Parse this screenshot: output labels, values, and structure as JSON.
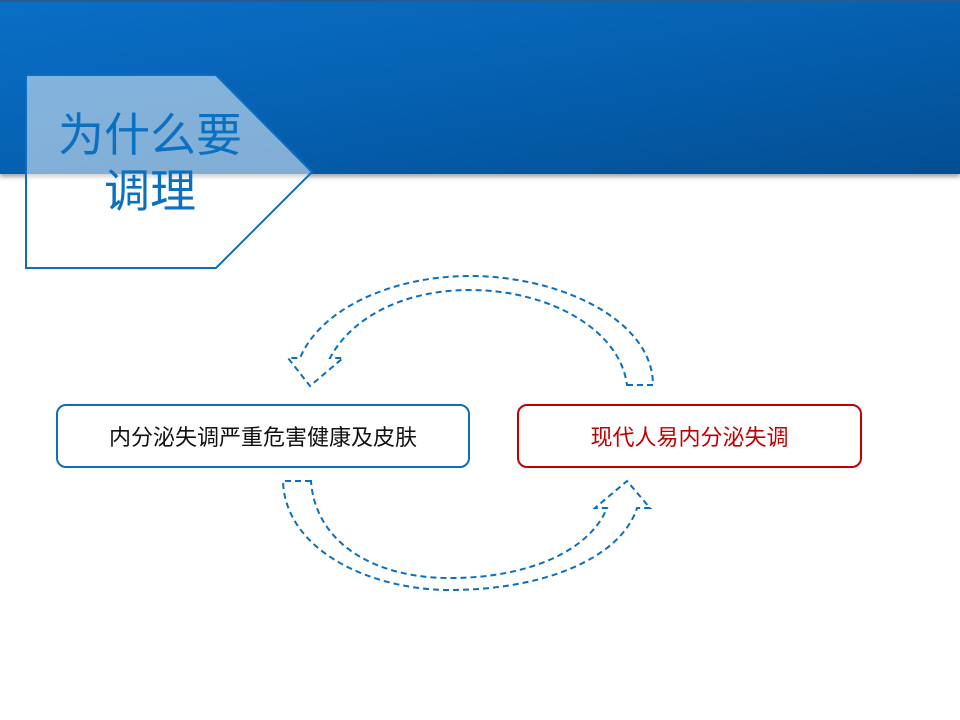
{
  "title": {
    "line1": "为什么要",
    "line2": "调理"
  },
  "nodes": {
    "left": "内分泌失调严重危害健康及皮肤",
    "right": "现代人易内分泌失调"
  },
  "colors": {
    "accent": "#0a6fc0",
    "alert": "#c00000",
    "banner": "#0560b0"
  }
}
